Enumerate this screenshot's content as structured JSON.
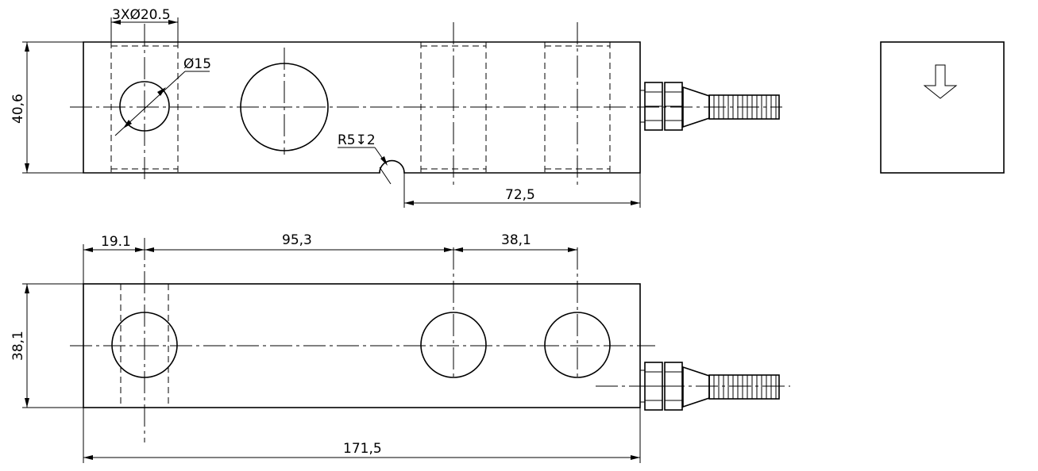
{
  "dimensions": {
    "hole_count_diameter": "3XØ20.5",
    "hole_diameter": "Ø15",
    "groove": "R5↧2",
    "front_height": "40,6",
    "groove_to_end": "72,5",
    "pitch_first": "19.1",
    "pitch_middle": "95,3",
    "pitch_last": "38,1",
    "top_width": "38,1",
    "overall_length": "171,5"
  },
  "icons": {
    "load_direction": "down-arrow-icon"
  }
}
